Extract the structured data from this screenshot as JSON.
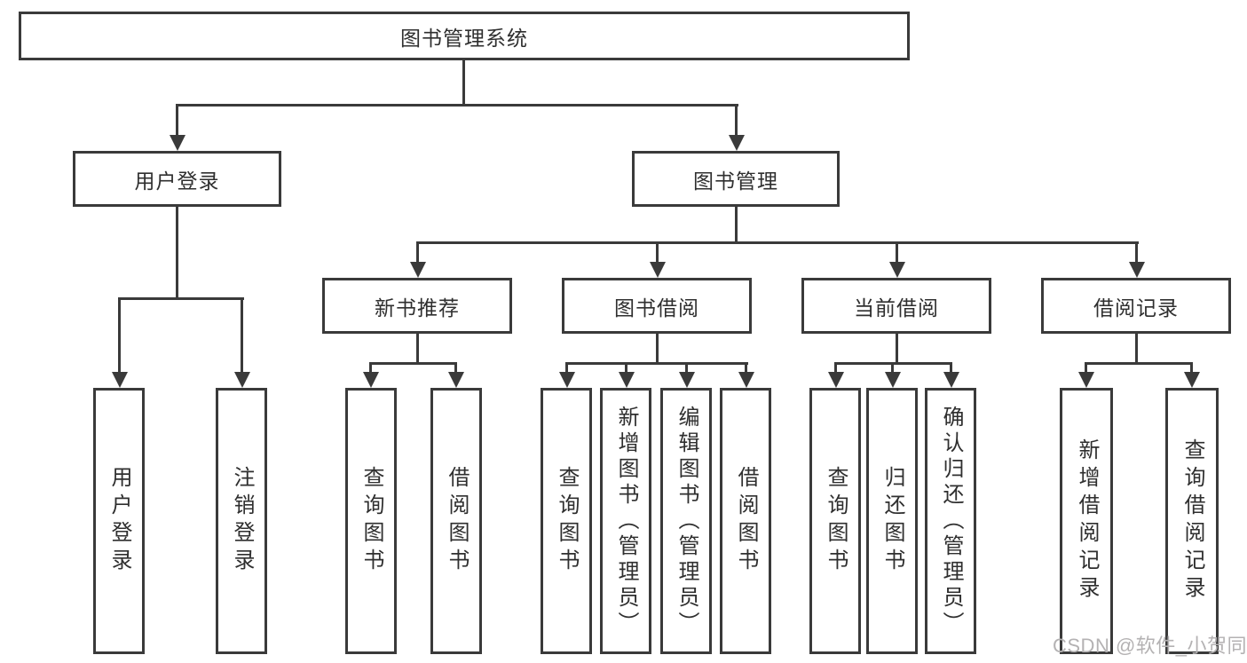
{
  "diagram": {
    "title": "图书管理系统",
    "level2": [
      {
        "label": "用户登录"
      },
      {
        "label": "图书管理"
      }
    ],
    "level3": [
      {
        "label": "新书推荐"
      },
      {
        "label": "图书借阅"
      },
      {
        "label": "当前借阅"
      },
      {
        "label": "借阅记录"
      }
    ],
    "leaves": {
      "user_login": [
        "用户登录",
        "注销登录"
      ],
      "new_book_recommendation": [
        "查询图书",
        "借阅图书"
      ],
      "book_borrowing": [
        "查询图书",
        "新增图书（管理员）",
        "编辑图书（管理员）",
        "借阅图书"
      ],
      "current_borrowing": [
        "查询图书",
        "归还图书",
        "确认归还（管理员）"
      ],
      "borrowing_records": [
        "新增借阅记录",
        "查询借阅记录"
      ]
    }
  },
  "watermark": {
    "text": "CSDN @软件_小贺同学"
  },
  "colors": {
    "line": "#3a3a3a",
    "text": "#2f2f2f",
    "watermark": "#b4b2b3",
    "background": "#ffffff"
  }
}
